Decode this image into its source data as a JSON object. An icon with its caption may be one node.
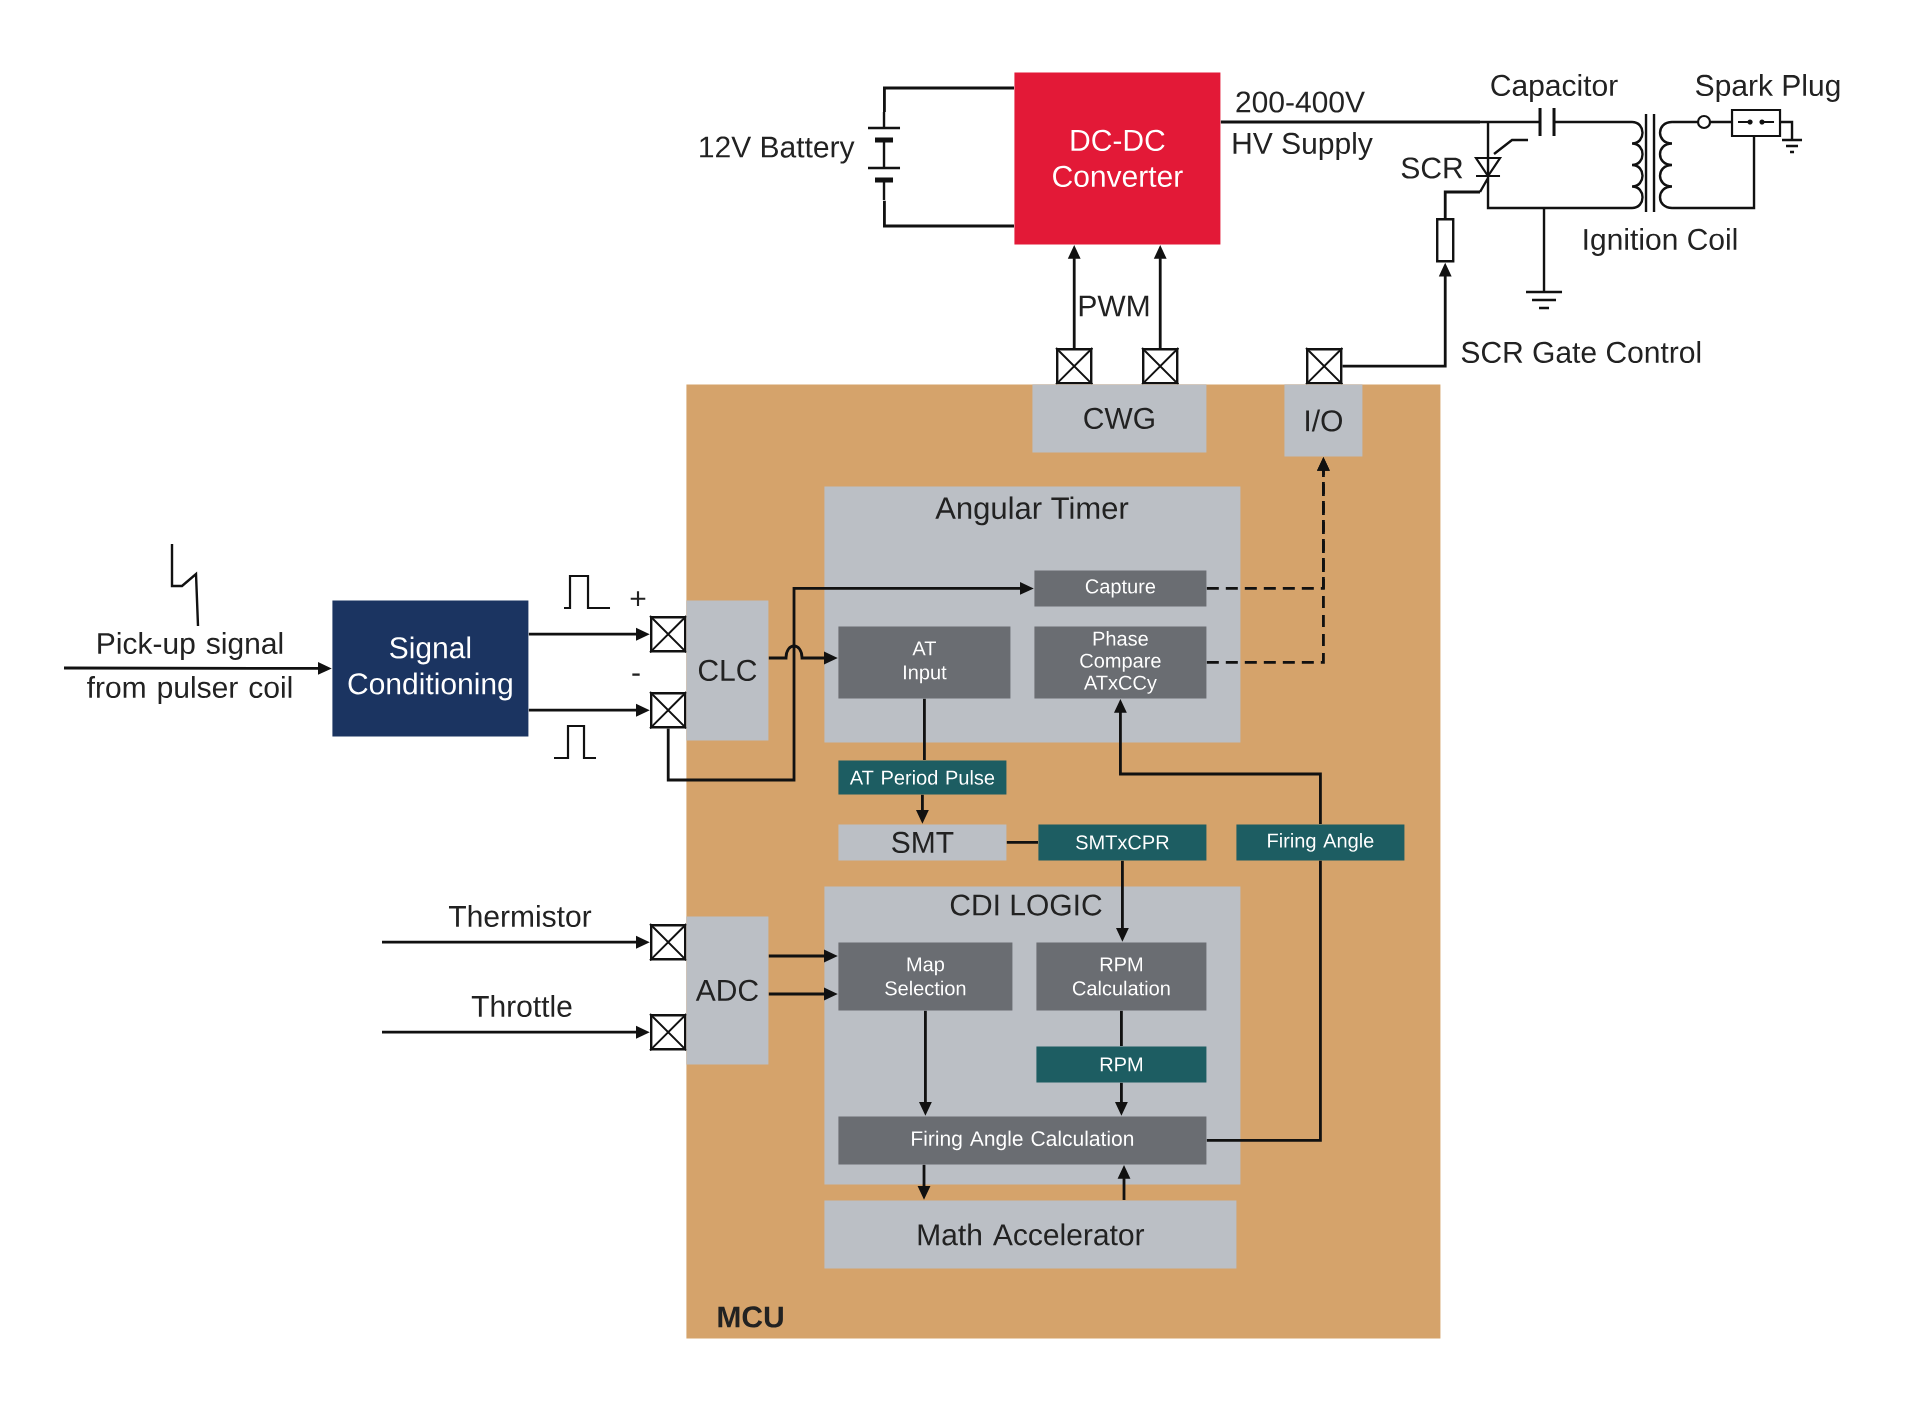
{
  "diagram": {
    "nodes": [
      {
        "text": [],
        "shape": "picture",
        "beside": [
          "12V Battery"
        ]
      },
      {
        "text": [
          "DC-DC Converter"
        ]
      },
      {
        "text": [],
        "shape": "picture",
        "beside": [
          "Capacitor",
          "Spark Plug",
          "SCR",
          "Ignition Coil"
        ]
      },
      {
        "text": [],
        "shape": "box"
      },
      {
        "text": [],
        "shape": "box"
      },
      {
        "text": [],
        "shape": "box"
      },
      {
        "text": [],
        "shape": "box"
      },
      {
        "text": [
          "MCU"
        ]
      },
      {
        "text": [
          "CWG"
        ],
        "in": 7
      },
      {
        "text": [
          "I/O"
        ],
        "in": 7
      },
      {
        "text": [
          "Signal Conditioning"
        ]
      },
      {
        "text": [],
        "shape": "box"
      },
      {
        "text": [],
        "shape": "box"
      },
      {
        "text": [
          "CLC"
        ],
        "in": 7
      },
      {
        "text": [
          "Angular Timer"
        ],
        "in": 7
      },
      {
        "text": [
          "Capture"
        ],
        "in": 14
      },
      {
        "text": [
          "AT Input"
        ],
        "in": 14
      },
      {
        "text": [
          "Phase Compare ATxCCy"
        ],
        "in": 14
      },
      {
        "text": [
          "AT Period Pulse"
        ],
        "in": 7
      },
      {
        "text": [
          "SMT"
        ],
        "in": 7
      },
      {
        "text": [
          "SMTxCPR"
        ],
        "in": 7
      },
      {
        "text": [
          "Firing Angle"
        ],
        "in": 7
      },
      {
        "text": [],
        "shape": "box"
      },
      {
        "text": [],
        "shape": "box"
      },
      {
        "text": [
          "ADC"
        ],
        "in": 7
      },
      {
        "text": [
          "CDI LOGIC"
        ],
        "in": 7
      },
      {
        "text": [
          "Map Selection"
        ],
        "in": 25
      },
      {
        "text": [
          "RPM Calculation"
        ],
        "in": 25
      },
      {
        "text": [
          "RPM"
        ],
        "in": 25
      },
      {
        "text": [
          "Firing Angle Calculation"
        ],
        "in": 25
      },
      {
        "text": [
          "Math Accelerator"
        ],
        "in": 7
      }
    ],
    "edges": [
      {
        "from": 0,
        "to": 1,
        "arrow": "none"
      },
      {
        "from": 0,
        "to": 1,
        "arrow": "none"
      },
      {
        "from": 1,
        "to": 2,
        "arrow": "none"
      },
      {
        "from": 4,
        "to": 1,
        "arrow": "to"
      },
      {
        "from": 5,
        "to": 1,
        "arrow": "to"
      },
      {
        "from": 6,
        "to": 3,
        "arrow": "to",
        "label": "SCR Gate Control"
      },
      {
        "from": 3,
        "to": 2,
        "arrow": "none"
      },
      {
        "from": null,
        "to": 10,
        "arrow": "to",
        "label": "Pick-up signal from pulser coil"
      },
      {
        "from": 10,
        "to": 11,
        "arrow": "to"
      },
      {
        "from": 10,
        "to": 12,
        "arrow": "to"
      },
      {
        "from": 12,
        "to": 15,
        "arrow": "to"
      },
      {
        "from": 13,
        "to": 16,
        "arrow": "to"
      },
      {
        "from": 15,
        "to": 9,
        "arrow": "to",
        "style": "dashed"
      },
      {
        "from": 17,
        "to": 9,
        "arrow": "to",
        "style": "dashed"
      },
      {
        "from": 16,
        "to": 18,
        "arrow": "none"
      },
      {
        "from": 18,
        "to": 19,
        "arrow": "to"
      },
      {
        "from": 19,
        "to": 20,
        "arrow": "none"
      },
      {
        "from": 20,
        "to": 27,
        "arrow": "to"
      },
      {
        "from": 27,
        "to": 28,
        "arrow": "none"
      },
      {
        "from": 28,
        "to": 29,
        "arrow": "to"
      },
      {
        "from": 29,
        "to": 21,
        "arrow": "none"
      },
      {
        "from": 21,
        "to": 17,
        "arrow": "to"
      },
      {
        "from": null,
        "to": 22,
        "arrow": "to",
        "label": "Thermistor"
      },
      {
        "from": null,
        "to": 23,
        "arrow": "to",
        "label": "Throttle"
      },
      {
        "from": 24,
        "to": 26,
        "arrow": "to"
      },
      {
        "from": 24,
        "to": 26,
        "arrow": "to"
      },
      {
        "from": 26,
        "to": 29,
        "arrow": "to"
      },
      {
        "from": 29,
        "to": 30,
        "arrow": "to"
      },
      {
        "from": 30,
        "to": 29,
        "arrow": "to"
      }
    ],
    "labels": [
      "200-400V",
      "HV Supply",
      "PWM",
      "+",
      "-"
    ]
  }
}
